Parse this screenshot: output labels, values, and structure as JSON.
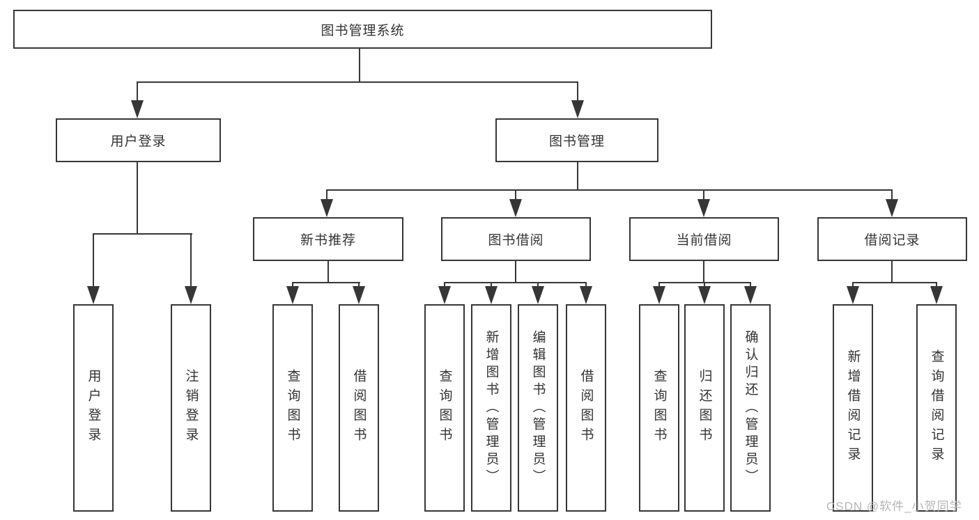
{
  "diagram": {
    "type": "tree",
    "root": {
      "label": "图书管理系统"
    },
    "branches": [
      {
        "label": "用户登录",
        "children": [
          {
            "label": "用户登录"
          },
          {
            "label": "注销登录"
          }
        ]
      },
      {
        "label": "图书管理",
        "children": [
          {
            "label": "新书推荐",
            "children": [
              {
                "label": "查询图书"
              },
              {
                "label": "借阅图书"
              }
            ]
          },
          {
            "label": "图书借阅",
            "children": [
              {
                "label": "查询图书"
              },
              {
                "label": "新增图书（管理员）"
              },
              {
                "label": "编辑图书（管理员）"
              },
              {
                "label": "借阅图书"
              }
            ]
          },
          {
            "label": "当前借阅",
            "children": [
              {
                "label": "查询图书"
              },
              {
                "label": "归还图书"
              },
              {
                "label": "确认归还（管理员）"
              }
            ]
          },
          {
            "label": "借阅记录",
            "children": [
              {
                "label": "新增借阅记录"
              },
              {
                "label": "查询借阅记录"
              }
            ]
          }
        ]
      }
    ]
  },
  "colors": {
    "line": "#363636",
    "text": "#333333",
    "background": "#ffffff",
    "watermark": "#b5b5b5"
  },
  "watermark": "CSDN @软件_小贺同学"
}
